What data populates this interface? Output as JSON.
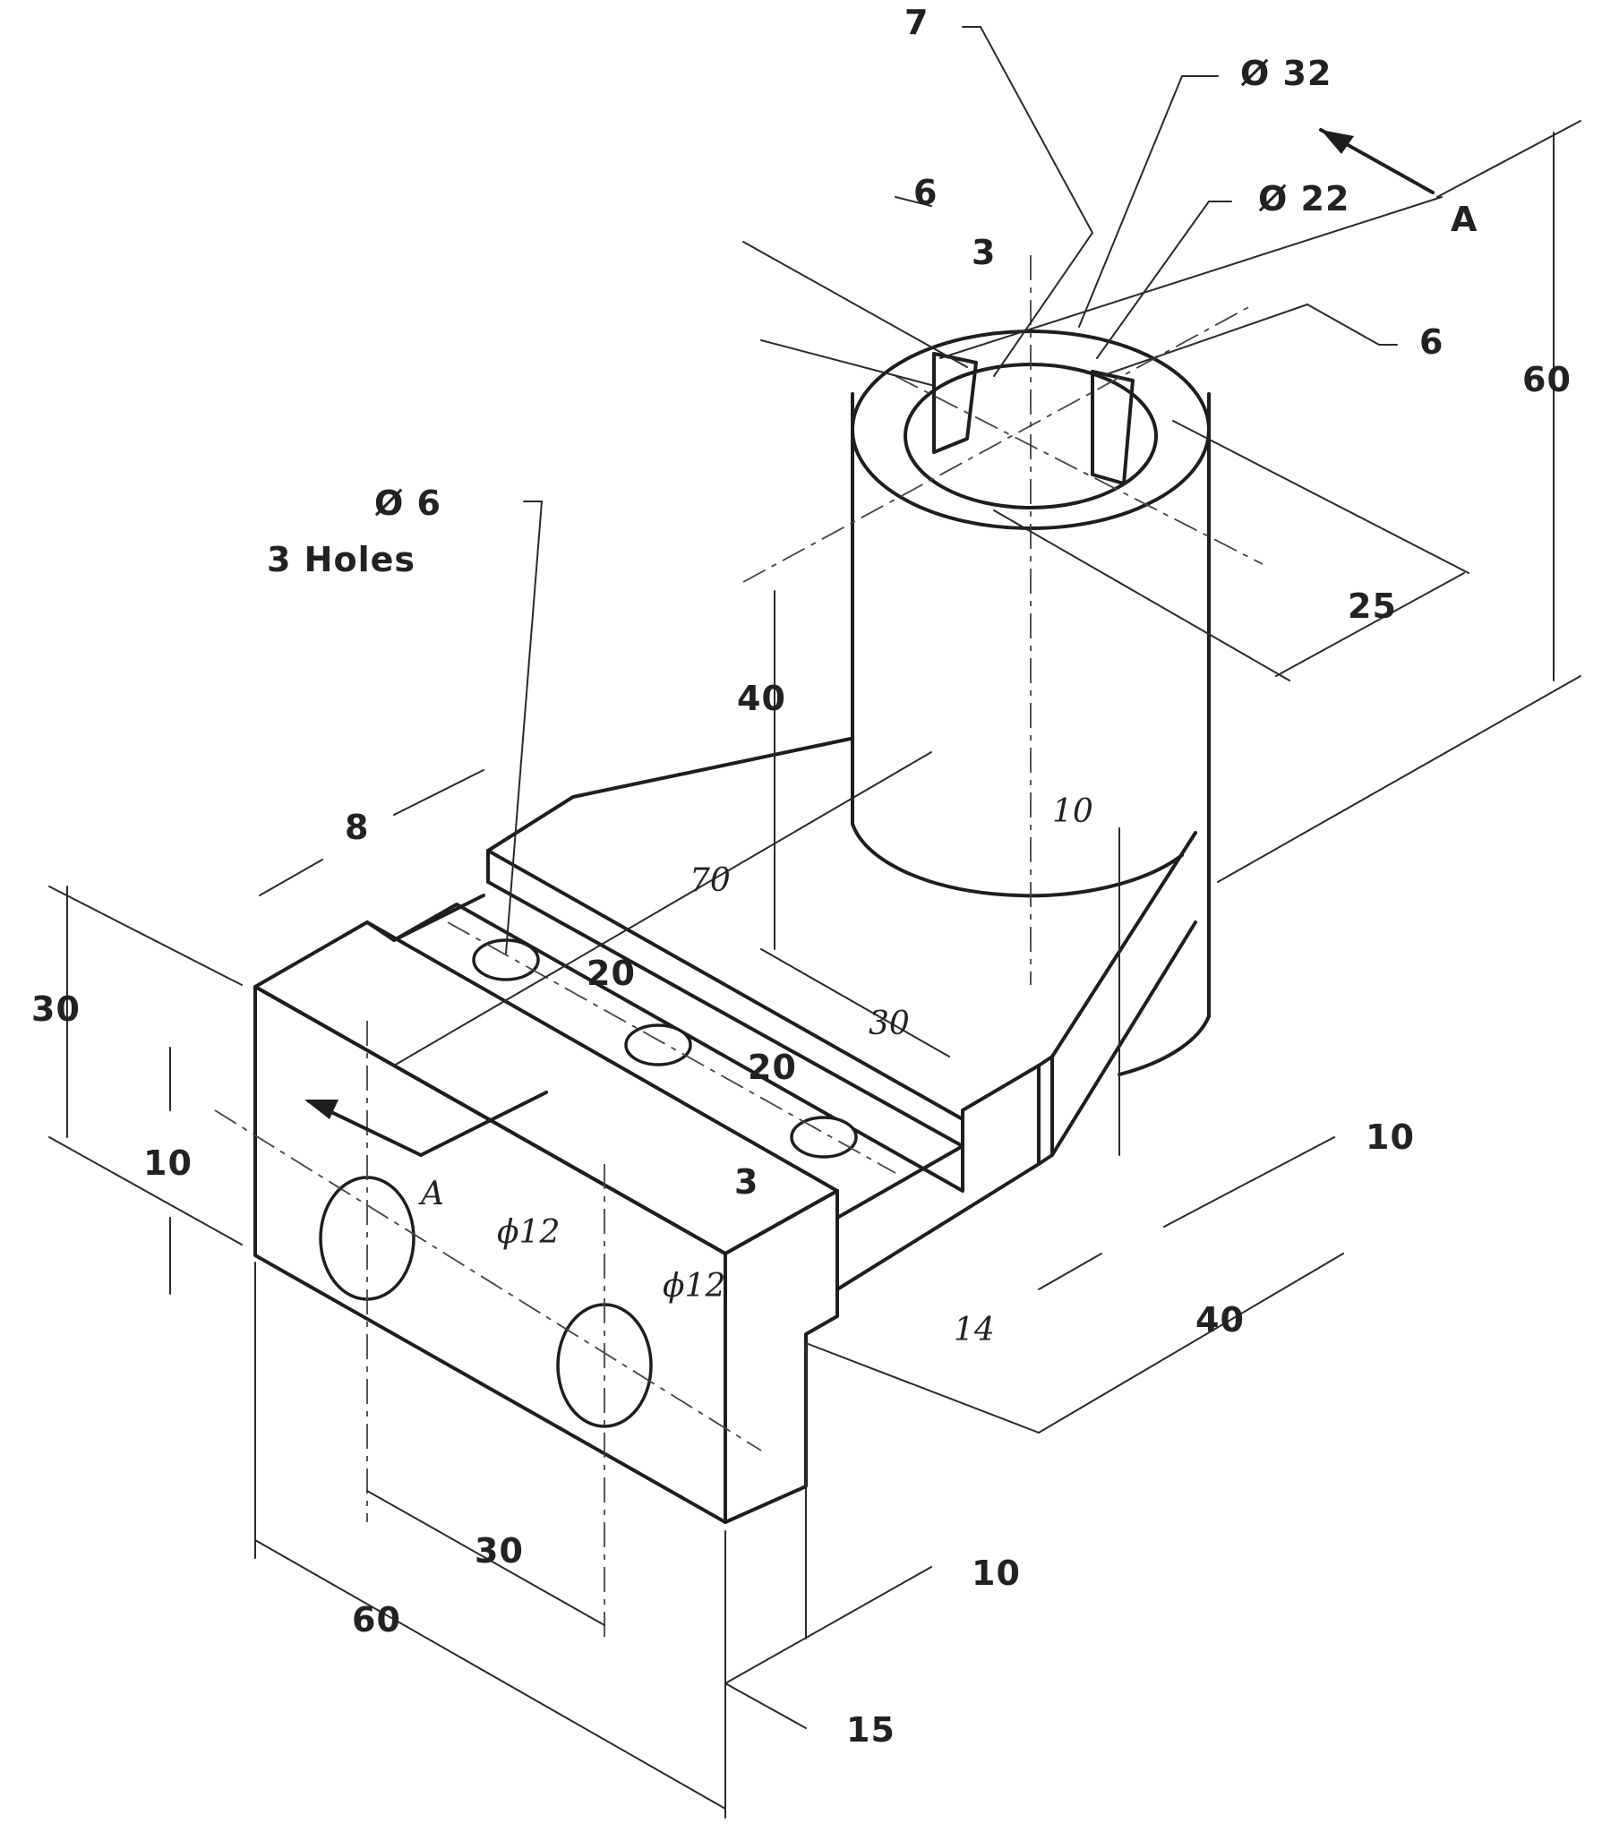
{
  "drawing": {
    "dimensions": {
      "d7": "7",
      "dia32": "Ø 32",
      "dia22": "Ø 22",
      "d6a": "6",
      "d3a": "3",
      "d6b": "6",
      "d60r": "60",
      "d25": "25",
      "d40v": "40",
      "d70": "70",
      "d10c": "10",
      "d30m": "30",
      "d8": "8",
      "d20a": "20",
      "d20b": "20",
      "d30l": "30",
      "d10l": "10",
      "d3b": "3",
      "dia12a": "ϕ12",
      "dia12b": "ϕ12",
      "d10r": "10",
      "d14": "14",
      "d40h": "40",
      "d30b": "30",
      "d60b": "60",
      "d10b": "10",
      "d15": "15"
    },
    "holes_note": {
      "line1": "Ø 6",
      "line2": "3 Holes"
    },
    "section": {
      "label_top": "A",
      "label_front": "A"
    }
  }
}
